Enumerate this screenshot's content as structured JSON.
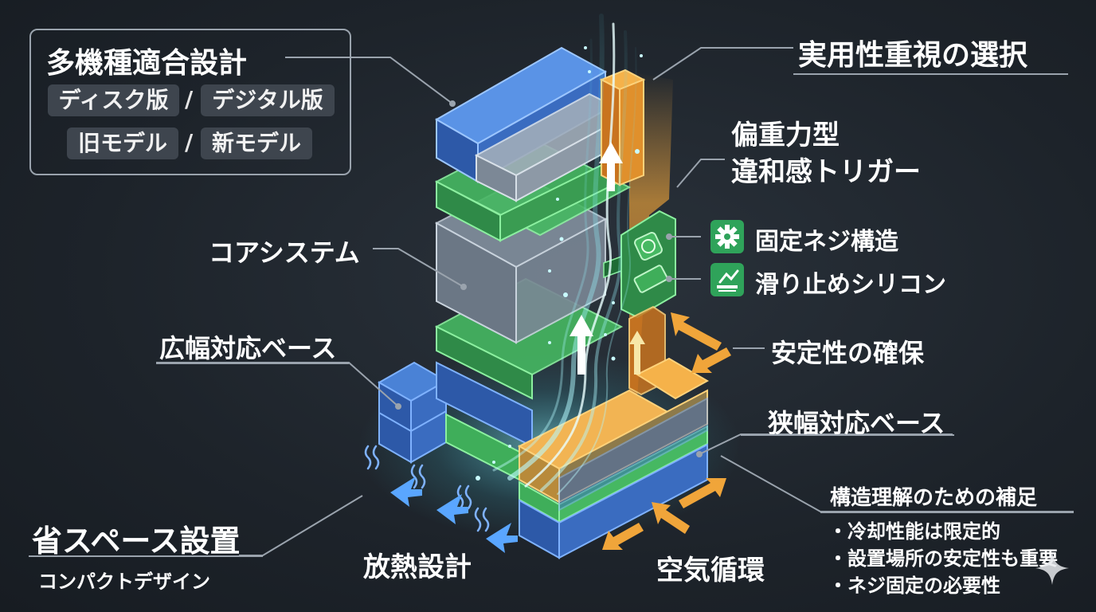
{
  "top_left_panel": {
    "title": "多機種適合設計",
    "pills": [
      "ディスク版",
      "デジタル版",
      "旧モデル",
      "新モデル"
    ],
    "separator": "/"
  },
  "labels": {
    "practical_choice": "実用性重視の選択",
    "gravity_line1": "偏重力型",
    "gravity_line2": "違和感トリガー",
    "core_system": "コアシステム",
    "screw_structure": "固定ネジ構造",
    "silicone": "滑り止めシリコン",
    "wide_base": "広幅対応ベース",
    "stability": "安定性の確保",
    "narrow_base": "狭幅対応ベース",
    "space_saving": "省スペース設置",
    "compact_design": "コンパクトデザイン",
    "heat_design": "放熱設計",
    "air_circulation": "空気循環"
  },
  "supplement": {
    "title": "構造理解のための補足",
    "items": [
      "冷却性能は限定的",
      "設置場所の安定性も重要",
      "ネジ固定の必要性"
    ]
  },
  "icons": {
    "screw": "gear-icon",
    "silicone": "silicone-pad-icon",
    "watermark": "sparkle-icon"
  },
  "colors": {
    "background": "#1d232a",
    "blue_block": "#3b6fc2",
    "green_block": "#3fae5a",
    "gray_block": "#6f7b89",
    "orange_accent": "#f0a53a",
    "cyan_flow": "#7ff3ff",
    "icon_green": "#2fa35a"
  }
}
